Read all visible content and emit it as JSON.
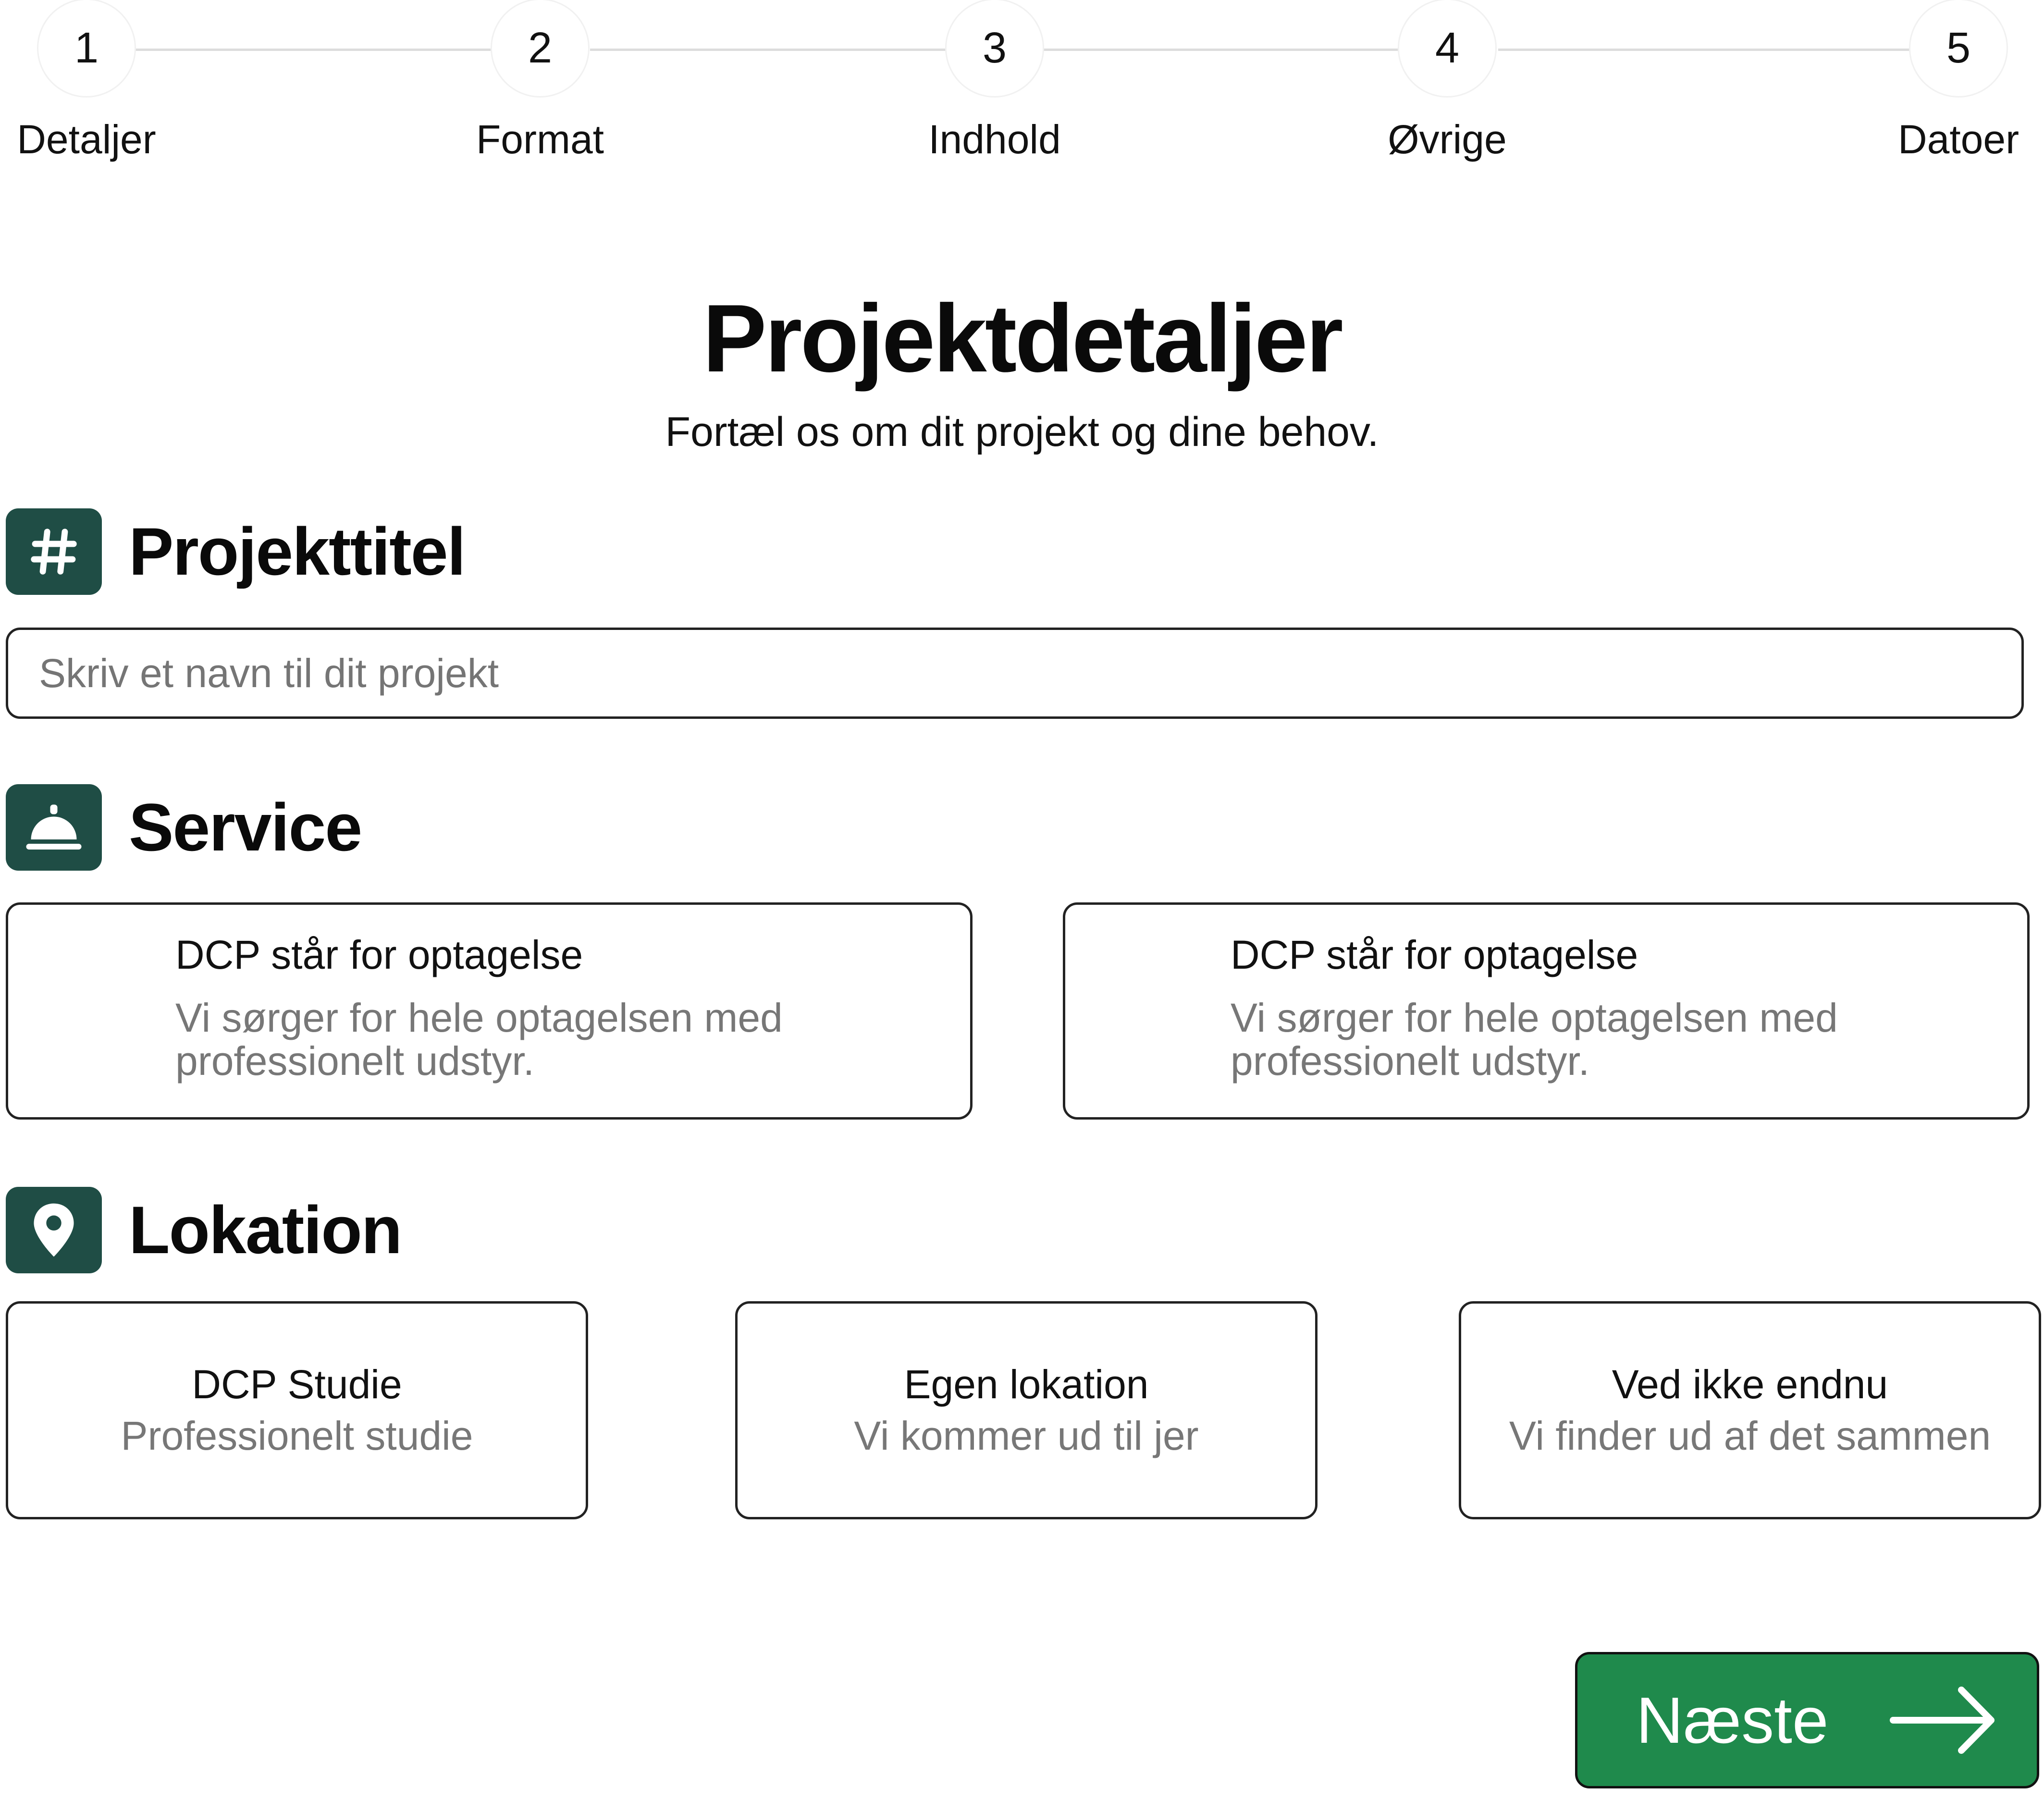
{
  "stepper": {
    "steps": [
      {
        "number": "1",
        "label": "Detaljer"
      },
      {
        "number": "2",
        "label": "Format"
      },
      {
        "number": "3",
        "label": "Indhold"
      },
      {
        "number": "4",
        "label": "Øvrige"
      },
      {
        "number": "5",
        "label": "Datoer"
      }
    ]
  },
  "header": {
    "title": "Projektdetaljer",
    "subtitle": "Fortæl os om dit projekt og dine behov."
  },
  "project_title": {
    "heading": "Projekttitel",
    "icon": "hash-icon",
    "input_placeholder": "Skriv et navn til dit projekt",
    "input_value": ""
  },
  "service": {
    "heading": "Service",
    "icon": "service-bell-icon",
    "options": [
      {
        "title": "DCP står for optagelse",
        "description": "Vi sørger for hele optagelsen med professionelt udstyr."
      },
      {
        "title": "DCP står for optagelse",
        "description": "Vi sørger for hele optagelsen med professionelt udstyr."
      }
    ]
  },
  "location": {
    "heading": "Lokation",
    "icon": "map-pin-icon",
    "options": [
      {
        "title": "DCP Studie",
        "description": "Professionelt studie"
      },
      {
        "title": "Egen lokation",
        "description": "Vi kommer ud til jer"
      },
      {
        "title": "Ved ikke endnu",
        "description": "Vi finder ud af det sammen"
      }
    ]
  },
  "footer": {
    "next_label": "Næste",
    "next_icon": "arrow-right-icon"
  },
  "colors": {
    "icon_background": "#1f4d45",
    "primary_button": "#1f8a4c",
    "border": "#222222",
    "muted_text": "#777777"
  }
}
